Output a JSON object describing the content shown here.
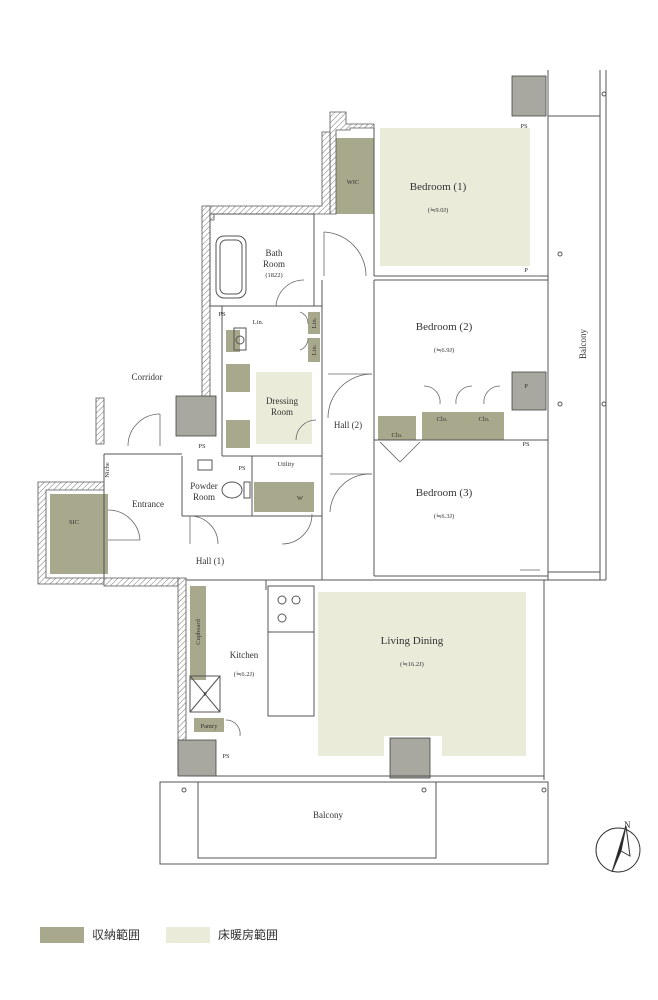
{
  "rooms": {
    "bedroom1": "Bedroom (1)",
    "bedroom1_size": "(≒9.0J)",
    "bedroom2": "Bedroom (2)",
    "bedroom2_size": "(≒6.9J)",
    "bedroom3": "Bedroom (3)",
    "bedroom3_size": "(≒6.3J)",
    "living": "Living Dining",
    "living_size": "(≒16.2J)",
    "kitchen": "Kitchen",
    "kitchen_size": "(≒6.2J)",
    "bath_l1": "Bath",
    "bath_l2": "Room",
    "bath_l3": "(1822)",
    "dressing_l1": "Dressing",
    "dressing_l2": "Room",
    "powder_l1": "Powder",
    "powder_l2": "Room",
    "utility": "Utility",
    "entrance": "Entrance",
    "hall1": "Hall (1)",
    "hall2": "Hall (2)",
    "corridor": "Corridor",
    "balcony_side": "Balcony",
    "balcony_bottom": "Balcony"
  },
  "small_labels": {
    "wic": "WIC",
    "sic": "SIC",
    "niche": "Niche",
    "cupboard": "Cupboard",
    "pantry": "Pantry",
    "clo": "Clo.",
    "lin": "Lin.",
    "ps": "PS",
    "p": "P",
    "w": "W"
  },
  "compass": {
    "north": "N"
  },
  "legend": {
    "storage": "収納範囲",
    "floor_heating": "床暖房範囲",
    "storage_color": "#a8a88c",
    "floor_heating_color": "#ebebda"
  }
}
